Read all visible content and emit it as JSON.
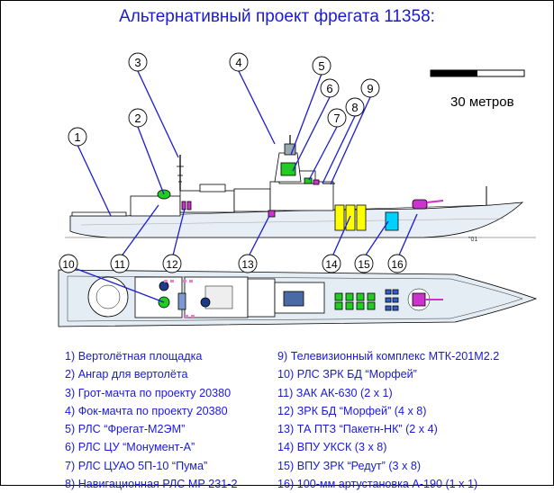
{
  "title": "Альтернативный проект фрегата 11358:",
  "scale": {
    "label": "30 метров"
  },
  "hull_mark": "\"01",
  "colors": {
    "accent_blue": "#1a1ad6",
    "yellow": "#ffff00",
    "cyan": "#00d0ff",
    "green": "#22cc22",
    "magenta": "#cc33cc",
    "pink": "#f07bd0",
    "hull_fill": "#e4ecf4"
  },
  "callouts": [
    "1",
    "2",
    "3",
    "4",
    "5",
    "6",
    "7",
    "8",
    "9",
    "10",
    "11",
    "12",
    "13",
    "14",
    "15",
    "16"
  ],
  "legend_left": [
    "1) Вертолётная площадка",
    "2) Ангар для вертолёта",
    "3) Грот-мачта по проекту 20380",
    "4) Фок-мачта по проекту 20380",
    "5) РЛС “Фрегат-М2ЭМ”",
    "6) РЛС ЦУ “Монумент-А”",
    "7) РЛС ЦУАО 5П-10 “Пума”",
    "8) Навигационная РЛС МР 231-2"
  ],
  "legend_right": [
    "9) Телевизионный комплекс МТК-201М2.2",
    "10) РЛС ЗРК БД “Морфей”",
    "11) ЗАК АК-630 (2 х 1)",
    "12) ЗРК БД “Морфей” (4 х 8)",
    "13) ТА ПТЗ “Пакетн-НК” (2 х 4)",
    "14) ВПУ УКСК (3 х 8)",
    "15) ВПУ ЗРК “Редут” (3 х 8)",
    "16) 100-мм артустановка А-190 (1 х 1)"
  ]
}
